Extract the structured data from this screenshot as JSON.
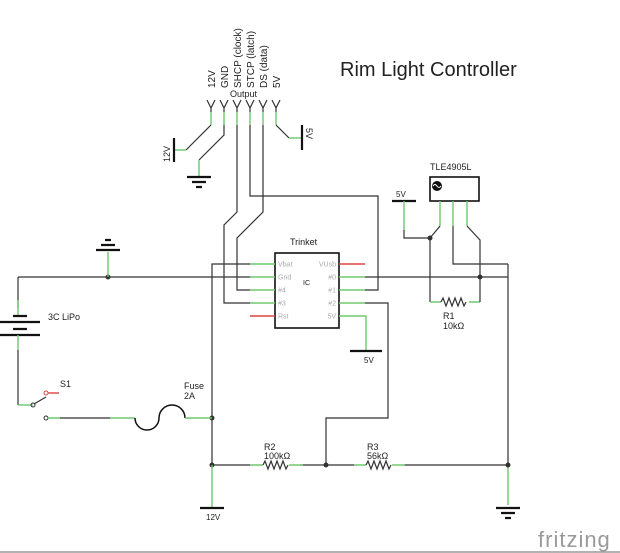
{
  "title": "Rim Light Controller",
  "connector": {
    "label": "Output",
    "pins": [
      "12V",
      "GND",
      "SHCP (clock)",
      "STCP (latch)",
      "DS (data)",
      "5V"
    ]
  },
  "trinket": {
    "label": "Trinket",
    "type": "IC",
    "left_pins": [
      "Vbat",
      "Gnd",
      "#4",
      "#3",
      "Rst"
    ],
    "right_pins": [
      "VUsb",
      "#0",
      "#1",
      "#2",
      "5V"
    ]
  },
  "sensor": {
    "label": "TLE4905L"
  },
  "power_labels": {
    "v12_top": "12V",
    "v5_top": "5V",
    "v5_trinket": "5V",
    "v5_sensor": "5V",
    "v12_bottom": "12V"
  },
  "battery": {
    "label": "3C LiPo"
  },
  "switch": {
    "label": "S1"
  },
  "fuse": {
    "label": "Fuse",
    "value": "2A"
  },
  "resistors": [
    {
      "label": "R1",
      "value": "10kΩ"
    },
    {
      "label": "R2",
      "value": "100kΩ"
    },
    {
      "label": "R3",
      "value": "56kΩ"
    }
  ],
  "logo": "fritzing",
  "colors": {
    "wire": "#333333",
    "pin": "#6ec86e",
    "unconnected_pin": "#d44444"
  }
}
